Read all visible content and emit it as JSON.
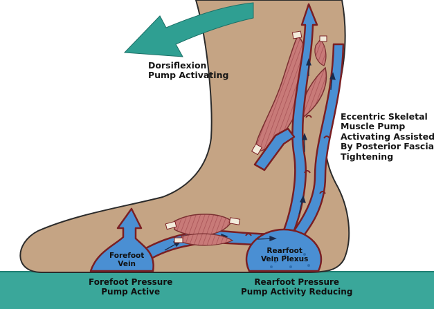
{
  "labels": {
    "dorsiflexion": [
      "Dorsiflexion",
      "Pump Activating"
    ],
    "eccentric": [
      "Eccentric Skeletal",
      "Muscle Pump",
      "Activating Assisted",
      "By Posterior Fascial",
      "Tightening"
    ],
    "forefoot_vein": [
      "Forefoot",
      "Vein"
    ],
    "rearfoot_plexus": [
      "Rearfoot",
      "Vein Plexus"
    ],
    "forefoot_pressure": [
      "Forefoot Pressure",
      "Pump Active"
    ],
    "rearfoot_pressure": [
      "Rearfoot Pressure",
      "Pump Activity Reducing"
    ]
  },
  "colors": {
    "skin": "#c5a484",
    "skin_outline": "#2b2b2b",
    "ground": "#3aa79a",
    "ground_edge": "#1f7f73",
    "vein": "#4a8fd3",
    "vein_wall": "#7a1f23",
    "muscle": "#c87a78",
    "muscle_stripe": "#9e4a4c",
    "tendon": "#f3ecdc",
    "arrow": "#2f9f92"
  }
}
